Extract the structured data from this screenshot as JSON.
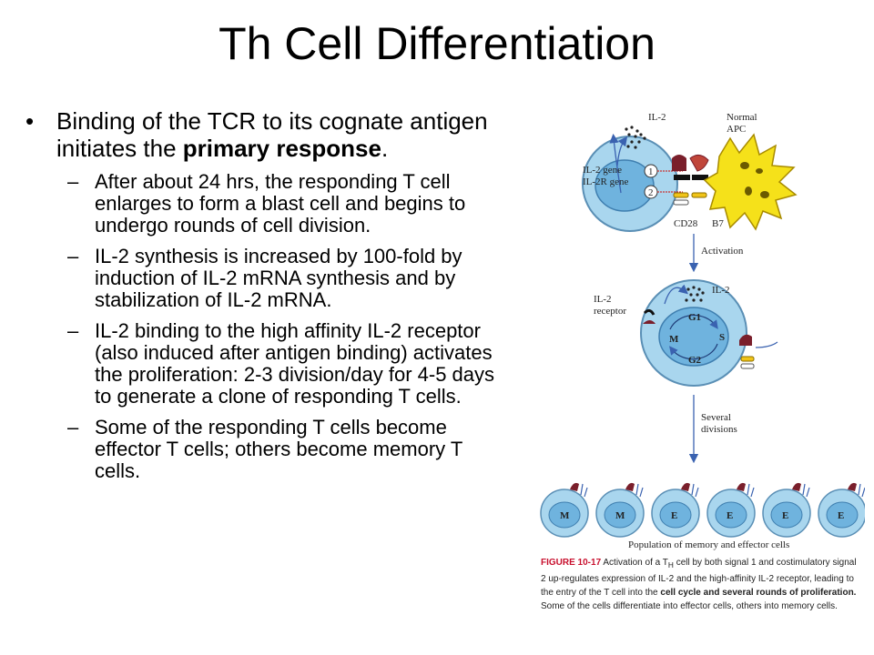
{
  "title": "Th Cell Differentiation",
  "bullet": {
    "text_before": "Binding of the TCR to its cognate antigen initiates the ",
    "bold": "primary response",
    "text_after": "."
  },
  "subpoints": [
    "After about 24 hrs, the responding T cell enlarges to form a blast cell and begins to undergo rounds of cell division.",
    "IL-2 synthesis is increased by 100-fold by induction of IL-2 mRNA synthesis and by stabilization of IL-2 mRNA.",
    "IL-2 binding to the high affinity IL-2 receptor (also induced after antigen binding) activates the proliferation: 2-3 division/day for 4-5 days to generate a clone of responding T cells.",
    "Some of the responding T cells become effector T cells; others become memory T cells."
  ],
  "figure": {
    "labels": {
      "il2_top": "IL-2",
      "normal_apc": [
        "Normal",
        "APC"
      ],
      "il2_gene": "IL-2 gene",
      "il2r_gene": "IL-2R gene",
      "signal1": "1",
      "signal2": "2",
      "cd28": "CD28",
      "b7": "B7",
      "activation": "Activation",
      "il2_receptor": [
        "IL-2",
        "receptor"
      ],
      "il2_mid": "IL-2",
      "g1": "G1",
      "s": "S",
      "g2": "G2",
      "m": "M",
      "several_divisions": [
        "Several",
        "divisions"
      ],
      "population": "Population of memory and effector cells"
    },
    "cell_types": [
      "M",
      "M",
      "E",
      "E",
      "E",
      "E"
    ],
    "caption": {
      "head": "FIGURE 10-17",
      "text1": "Activation of a T",
      "sub": "H",
      "text2": " cell by both signal 1 and costimulatory signal 2 up-regulates expression of IL-2 and the high-affinity IL-2 receptor, leading to the entry of the T cell into the ",
      "bold": "cell cycle and several rounds of proliferation.",
      "text3": " Some of the cells differentiate into effector cells, others into memory cells."
    }
  },
  "colors": {
    "cell_fill": "#a9d6ee",
    "nucleus_fill": "#6fb3de",
    "apc_fill": "#f5e11a",
    "receptor": "#7a1f2b",
    "arrow": "#3a62b0",
    "caption_head": "#c8102e"
  }
}
